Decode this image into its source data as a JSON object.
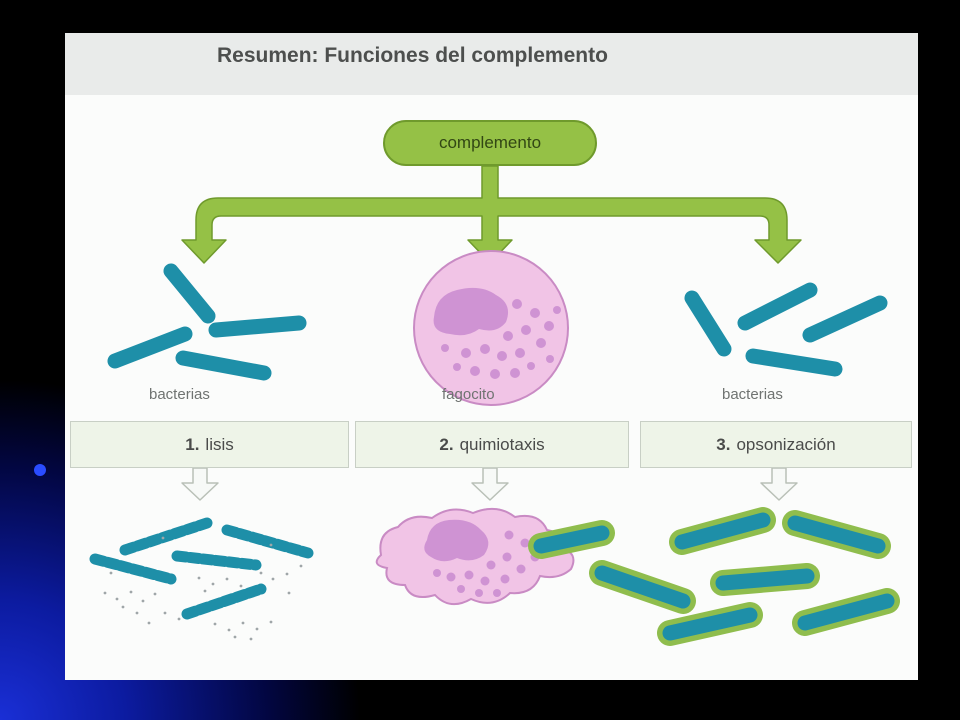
{
  "title": "Resumen: Funciones del complemento",
  "root": "complemento",
  "captions": {
    "left": "bacterias",
    "center": "fagocito",
    "right": "bacterias"
  },
  "functions": [
    {
      "number": "1.",
      "label": "lisis"
    },
    {
      "number": "2.",
      "label": "quimiotaxis"
    },
    {
      "number": "3.",
      "label": "opsonización"
    }
  ],
  "colors": {
    "green": "#95c146",
    "bacteria": "#1e8fa8",
    "phagocyte": "#f1c4e6",
    "nucleus": "#cf93d3"
  }
}
